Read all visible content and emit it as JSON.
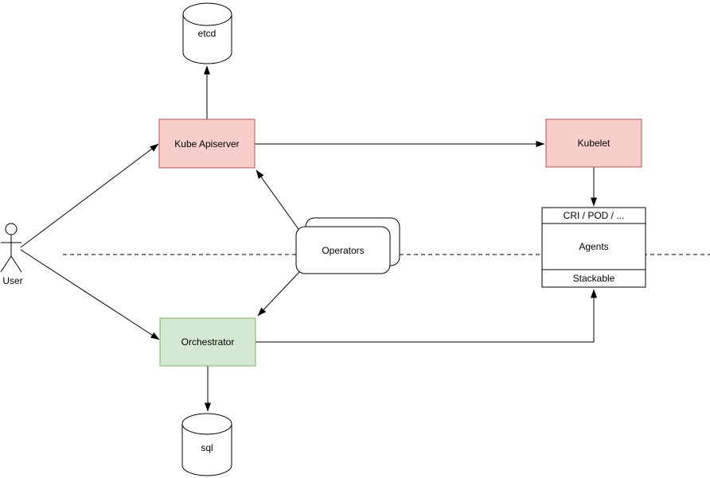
{
  "diagram": {
    "nodes": {
      "user": {
        "label": "User",
        "shape": "actor"
      },
      "etcd": {
        "label": "etcd",
        "shape": "cylinder"
      },
      "kube_apiserver": {
        "label": "Kube Apiserver",
        "shape": "box",
        "color": "pink"
      },
      "kubelet": {
        "label": "Kubelet",
        "shape": "box",
        "color": "pink"
      },
      "agents": {
        "header": "CRI / POD / ...",
        "body": "Agents",
        "footer": "Stackable",
        "shape": "compartment-box"
      },
      "operators": {
        "label": "Operators",
        "shape": "stacked-rounded-box"
      },
      "orchestrator": {
        "label": "Orchestrator",
        "shape": "box",
        "color": "green"
      },
      "sql": {
        "label": "sql",
        "shape": "cylinder"
      }
    },
    "edges": [
      {
        "from": "user",
        "to": "kube_apiserver",
        "style": "solid-arrow"
      },
      {
        "from": "user",
        "to": "orchestrator",
        "style": "solid-arrow"
      },
      {
        "from": "kube_apiserver",
        "to": "etcd",
        "style": "solid-arrow"
      },
      {
        "from": "kube_apiserver",
        "to": "kubelet",
        "style": "solid-arrow"
      },
      {
        "from": "kubelet",
        "to": "agents",
        "style": "solid-arrow"
      },
      {
        "from": "operators",
        "to": "kube_apiserver",
        "style": "solid-arrow"
      },
      {
        "from": "operators",
        "to": "orchestrator",
        "style": "solid-arrow"
      },
      {
        "from": "orchestrator",
        "to": "sql",
        "style": "solid-arrow"
      },
      {
        "from": "orchestrator",
        "to": "agents",
        "style": "solid-arrow-elbow"
      },
      {
        "style": "dashed-separator-line"
      }
    ],
    "colors": {
      "pink_fill": "#f8cecc",
      "pink_stroke": "#b85450",
      "green_fill": "#d5e8d4",
      "green_stroke": "#82b366",
      "shape_fill": "#ffffff",
      "line": "#000000",
      "background": "#ffffff"
    }
  }
}
